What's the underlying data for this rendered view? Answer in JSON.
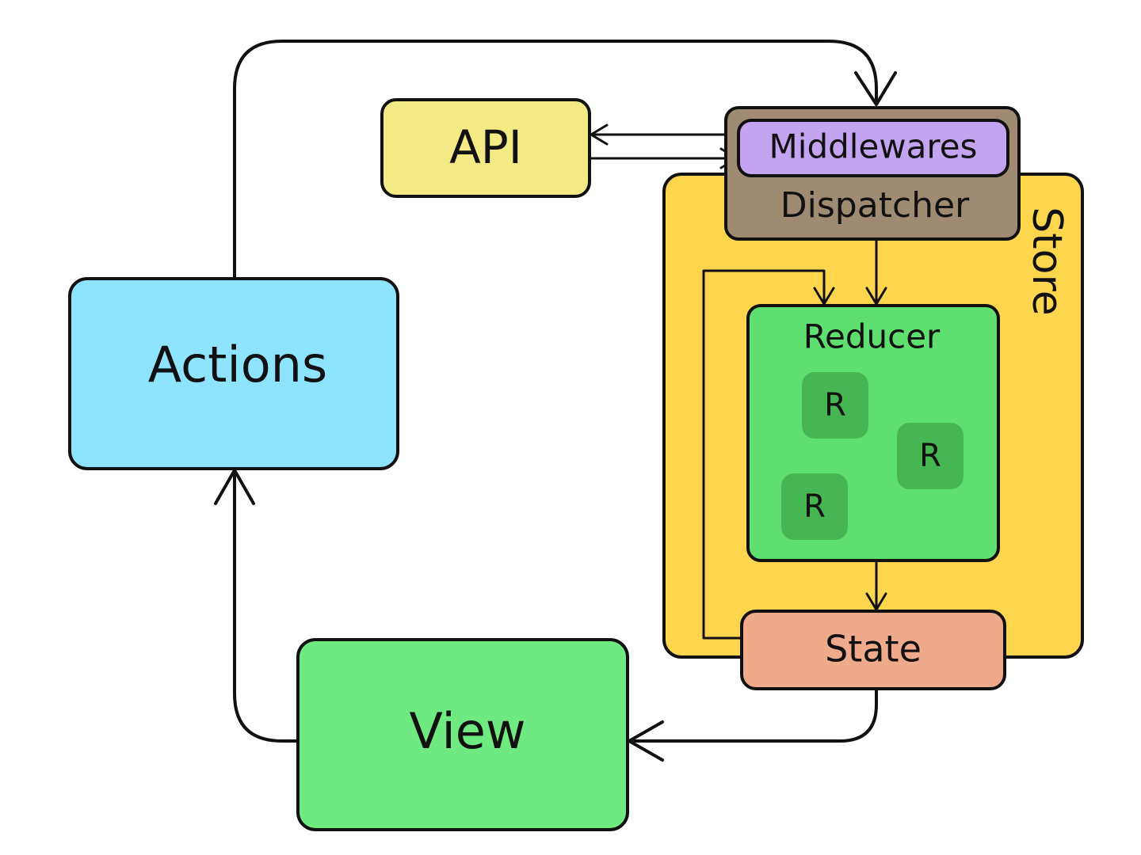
{
  "diagram": {
    "nodes": {
      "actions": {
        "label": "Actions",
        "color": "#8EE3FF"
      },
      "api": {
        "label": "API",
        "color": "#F3EA85"
      },
      "store": {
        "label": "Store",
        "color": "#FED64E"
      },
      "dispatcher": {
        "label": "Dispatcher",
        "color": "#9E8B72"
      },
      "middlewares": {
        "label": "Middlewares",
        "color": "#C3A4F1"
      },
      "reducer": {
        "label": "Reducer",
        "color": "#60DF71"
      },
      "sub_reducers": [
        {
          "label": "R",
          "color": "#45B652"
        },
        {
          "label": "R",
          "color": "#45B652"
        },
        {
          "label": "R",
          "color": "#45B652"
        }
      ],
      "state": {
        "label": "State",
        "color": "#EFA98B"
      },
      "view": {
        "label": "View",
        "color": "#6FEA80"
      }
    },
    "edges": [
      {
        "from": "actions",
        "to": "dispatcher"
      },
      {
        "from": "middlewares",
        "to": "api"
      },
      {
        "from": "api",
        "to": "middlewares"
      },
      {
        "from": "dispatcher",
        "to": "reducer"
      },
      {
        "from": "state",
        "to": "reducer"
      },
      {
        "from": "reducer",
        "to": "state"
      },
      {
        "from": "state",
        "to": "view"
      },
      {
        "from": "view",
        "to": "actions"
      }
    ]
  }
}
